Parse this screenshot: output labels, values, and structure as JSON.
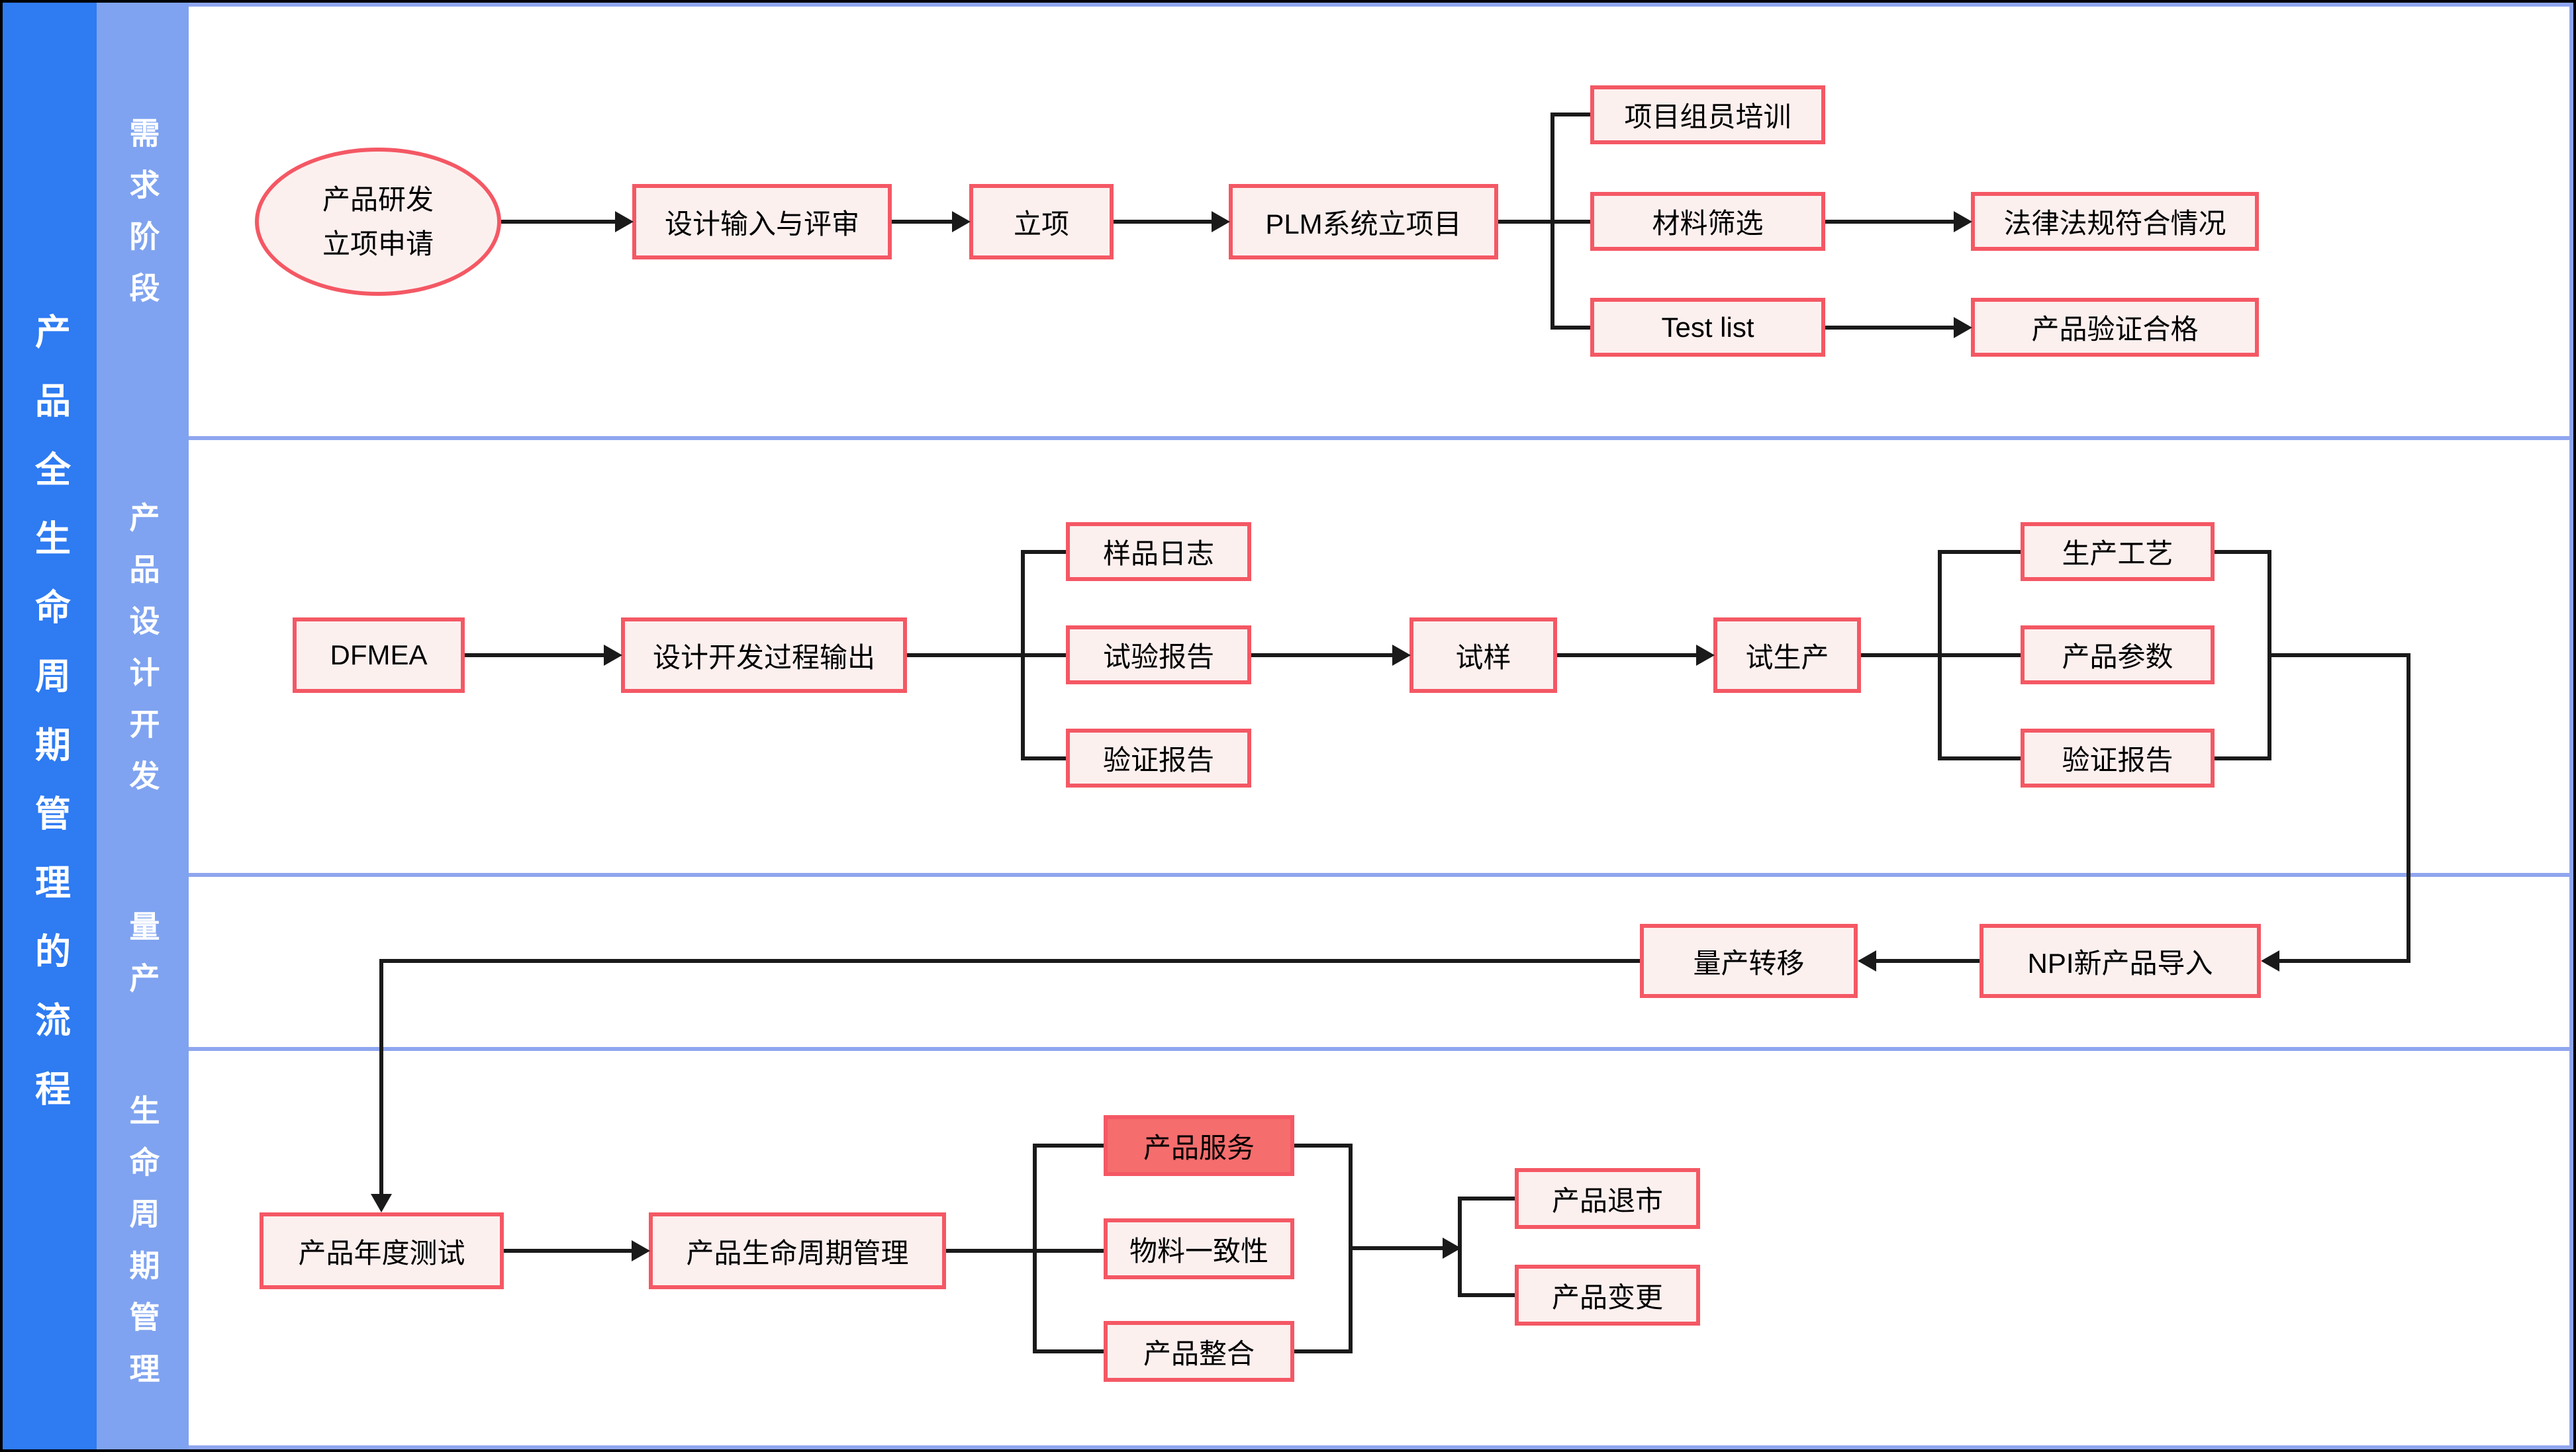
{
  "sidebar": {
    "title": "产品全生命周期管理的流程"
  },
  "phases": [
    {
      "label": "需求阶段"
    },
    {
      "label": "产品设计开发"
    },
    {
      "label": "量产"
    },
    {
      "label": "生命周期管理"
    }
  ],
  "nodes": {
    "start": {
      "label_line1": "产品研发",
      "label_line2": "立项申请"
    },
    "design_input_review": {
      "label": "设计输入与评审"
    },
    "project_approval": {
      "label": "立项"
    },
    "plm_project": {
      "label": "PLM系统立项目"
    },
    "team_training": {
      "label": "项目组员培训"
    },
    "material_screening": {
      "label": "材料筛选"
    },
    "test_list": {
      "label": "Test list"
    },
    "legal_compliance": {
      "label": "法律法规符合情况"
    },
    "product_verified": {
      "label": "产品验证合格"
    },
    "dfmea": {
      "label": "DFMEA"
    },
    "design_process_output": {
      "label": "设计开发过程输出"
    },
    "sample_log": {
      "label": "样品日志"
    },
    "test_report": {
      "label": "试验报告"
    },
    "verification_report_1": {
      "label": "验证报告"
    },
    "trial_sample": {
      "label": "试样"
    },
    "trial_production": {
      "label": "试生产"
    },
    "production_process": {
      "label": "生产工艺"
    },
    "product_parameters": {
      "label": "产品参数"
    },
    "verification_report_2": {
      "label": "验证报告"
    },
    "mass_production_transfer": {
      "label": "量产转移"
    },
    "npi_introduction": {
      "label": "NPI新产品导入"
    },
    "annual_product_test": {
      "label": "产品年度测试"
    },
    "lifecycle_management": {
      "label": "产品生命周期管理"
    },
    "product_service": {
      "label": "产品服务"
    },
    "material_consistency": {
      "label": "物料一致性"
    },
    "product_integration": {
      "label": "产品整合"
    },
    "product_delisting": {
      "label": "产品退市"
    },
    "product_change": {
      "label": "产品变更"
    }
  },
  "colors": {
    "sidebar_dark_blue": "#2e7bf2",
    "sidebar_light_blue": "#7fa3f0",
    "divider_blue": "#8fa6ef",
    "node_border_red": "#f45864",
    "node_fill_pink": "#fcf0ef",
    "highlight_fill_red": "#f66d6d",
    "connector_black": "#1a1a1a",
    "outer_border_black": "#000000"
  }
}
